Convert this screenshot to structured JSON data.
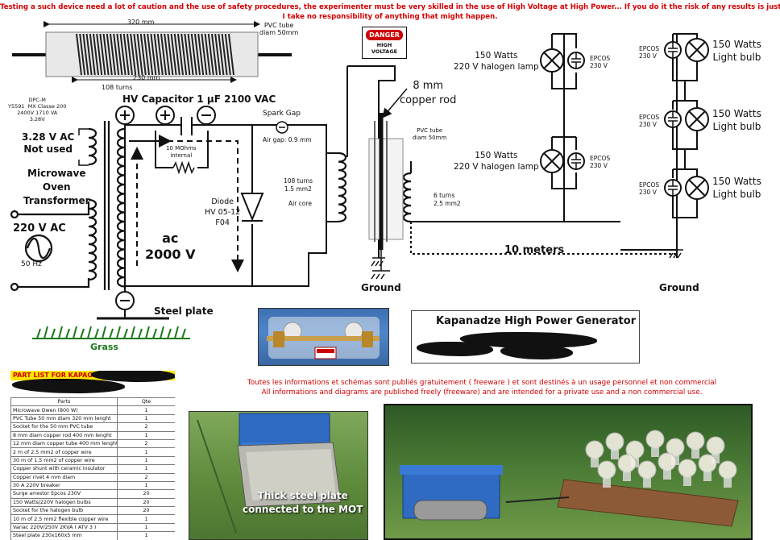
{
  "warning": {
    "line2": "Testing a such device need a lot of caution and the use of safety procedures, the experimenter must be very skilled in the use of High Voltage at High Power...   If you do it the risk of any results is just yours.",
    "line3": "I take no responsibility of anything that might happen."
  },
  "coil": {
    "length": "320 mm",
    "winding_length": "230 mm",
    "turns": "108 turns",
    "tube_label": "PVC tube\ndiam 50mm"
  },
  "danger_sign": {
    "top": "DANGER",
    "bottom": "HIGH\nVOLTAGE"
  },
  "transformer": {
    "model": "DPC-M\nY5591  MX Classe 200\n2400V 1710 VA\n3.28V",
    "aux_winding": "3.28 V AC\nNot used",
    "name": "Microwave\nOven\nTransformer",
    "mains": "220 V AC",
    "freq": "50 Hz",
    "output": "ac\n2000 V"
  },
  "capacitor": {
    "label": "HV Capacitor 1 µF 2100 VAC",
    "resistor": "10 MOhms\ninternal"
  },
  "diode": {
    "label": "Diode\nHV 05-12\nF04"
  },
  "spark_gap": {
    "label": "Spark Gap",
    "gap": "Air gap: 0.9 mm"
  },
  "primary": {
    "label": "108 turns\n1.5 mm2",
    "core": "Air core"
  },
  "rod": {
    "label": "8 mm\ncopper rod",
    "tube": "PVC tube\ndiam 50mm"
  },
  "secondary": {
    "label": "6 turns\n2.5 mm2"
  },
  "loads": {
    "halogen": "150 Watts\n220 V halogen lamp",
    "bulb": "150 Watts\nLight bulb",
    "epcos": "EPCOS\n230 V"
  },
  "distance": "10 meters",
  "ground": "Ground",
  "steel_plate": "Steel plate",
  "grass": "Grass",
  "title": "Kapanadze High Power Generator",
  "notice_fr": "Toutes les informations et schémas sont publiés gratuitement ( freeware ) et sont destinés à un usage personnel et non commercial",
  "notice_en": "All informations and diagrams are published freely (freeware) and are intended for a private use and a non commercial use.",
  "parts_list": {
    "header": "PART LIST FOR KAPAGEN",
    "columns": [
      "Parts",
      "Qte"
    ],
    "rows": [
      [
        "Microwave Owen (800 W)",
        "1"
      ],
      [
        "PVC Tube 50 mm diam 320 mm lenght",
        "1"
      ],
      [
        "Socket for the 50 mm PVC tube",
        "2"
      ],
      [
        "8 mm diam copper rod 400 mm lenght",
        "1"
      ],
      [
        "12 mm diam copper tube 400 mm lenght",
        "2"
      ],
      [
        "2 m of 2.5 mm2 of copper wire",
        "1"
      ],
      [
        "30 m of 1.5 mm2 of copper wire",
        "1"
      ],
      [
        "Copper shunt with ceramic insulator",
        "1"
      ],
      [
        "Copper rivet 4 mm diam",
        "2"
      ],
      [
        "30 A 220V breaker",
        "1"
      ],
      [
        "Surge arrestor Epcos 230V",
        "20"
      ],
      [
        "150 Watts/220V halogen bulbs",
        "20"
      ],
      [
        "Socket for the halogen bulb",
        "20"
      ],
      [
        "10 m of 2.5 mm2 flexible copper wire",
        "1"
      ],
      [
        "Variac 220V/250V 2KVA ( ATV 3 )",
        "1"
      ],
      [
        "Steel plate 230x160x5 mm",
        "1"
      ]
    ]
  },
  "photo_caption": "Thick steel plate\nconnected to the MOT"
}
